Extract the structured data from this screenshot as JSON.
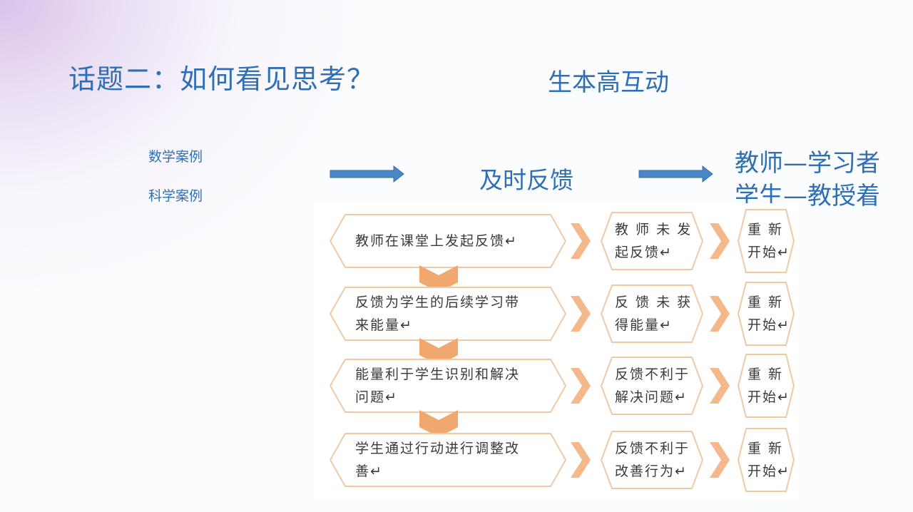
{
  "slide": {
    "title": "话题二：如何看见思考？",
    "subtitle": "生本高互动",
    "cases": [
      "数学案例",
      "科学案例"
    ],
    "middle_label": "及时反馈",
    "right_lines": [
      "教师—学习者",
      "学生—教授着"
    ]
  },
  "diagram": {
    "rows": [
      {
        "step": [
          "教师在课堂上发起反馈↵"
        ],
        "fail": [
          "教 师 未 发",
          "起反馈↵"
        ],
        "restart": [
          "重 新",
          "开始↵"
        ]
      },
      {
        "step": [
          "反馈为学生的后续学习带",
          "来能量↵"
        ],
        "fail": [
          "反 馈 未 获",
          "得能量↵"
        ],
        "restart": [
          "重 新",
          "开始↵"
        ]
      },
      {
        "step": [
          "能量利于学生识别和解决",
          "问题↵"
        ],
        "fail": [
          "反馈不利于",
          "解决问题↵"
        ],
        "restart": [
          "重 新",
          "开始↵"
        ]
      },
      {
        "step": [
          "学生通过行动进行调整改",
          "善↵"
        ],
        "fail": [
          "反馈不利于",
          "改善行为↵"
        ],
        "restart": [
          "重 新",
          "开始↵"
        ]
      }
    ],
    "colors": {
      "border": "#f0c9a4",
      "chevron": "#f4b88a",
      "down_arrow": "#f0a86e",
      "blue_arrow": "#4a86c5"
    }
  }
}
